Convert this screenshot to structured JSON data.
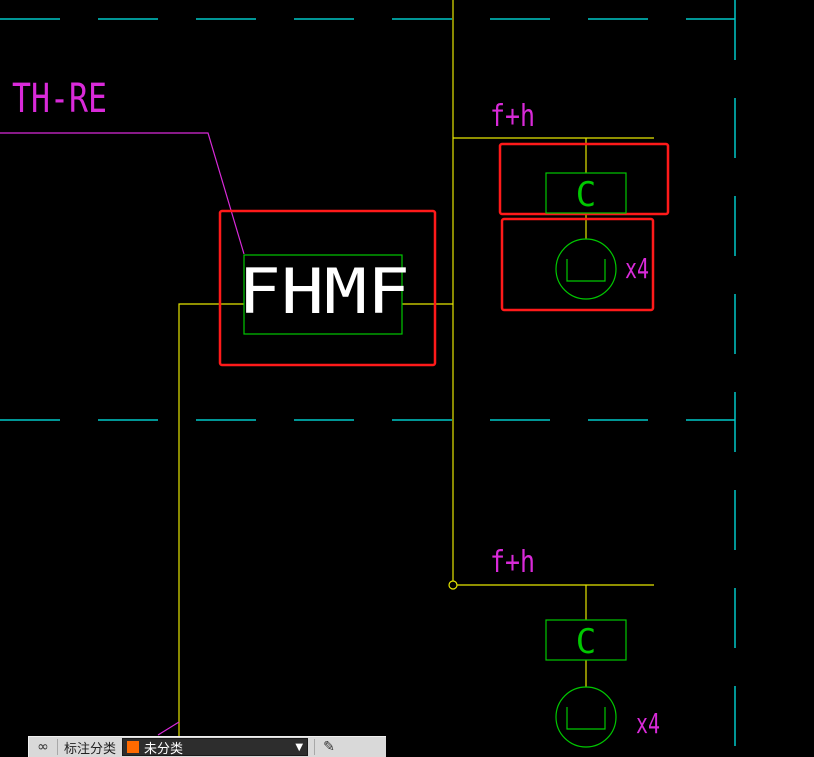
{
  "labels": {
    "group_name": "TH-RE",
    "cabinet": "FHMF",
    "branch_1": "f+h",
    "branch_2": "f+h",
    "connector_1": "C",
    "connector_2": "C",
    "multiplier_1": "x4",
    "multiplier_2": "x4"
  },
  "toolbar": {
    "link_icon": "∞",
    "category_label": "标注分类",
    "selected_category": "未分类",
    "edit_icon": "✎"
  },
  "colors": {
    "background": "#000000",
    "grid_dashed": "#00c8c8",
    "wire": "#e6e600",
    "symbol": "#00c800",
    "annotation": "#d92ad9",
    "highlight": "#ff1a1a",
    "text_white": "#ffffff",
    "swatch": "#ff6a00"
  }
}
